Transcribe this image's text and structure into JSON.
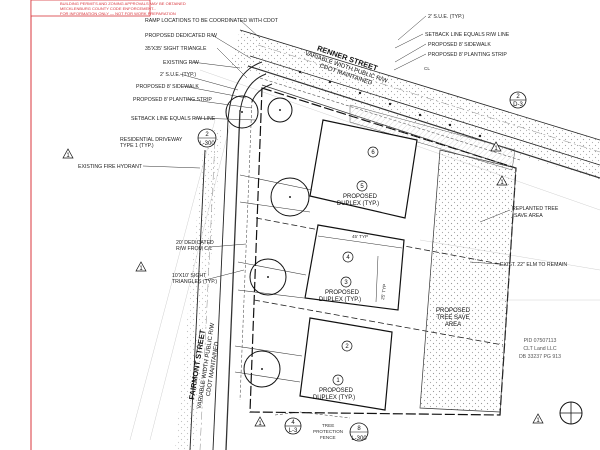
{
  "header_note": {
    "lines": [
      "BUILDING PERMITS AND ZONING APPROVALS MAY BE OBTAINED",
      "MECKLENBURG COUNTY CODE ENFORCEMENT...",
      "FOR INFORMATION ONLY — NOT FOR WORK PREPARATION"
    ]
  },
  "streets": {
    "renner": {
      "name": "RENNER STREET",
      "sub1": "VARIABLE WIDTH PUBLIC R/W",
      "sub2": "CDOT MAINTAINED"
    },
    "fairmont": {
      "name": "FAIRMONT STREET",
      "sub1": "VARIABLE WIDTH PUBLIC R/W",
      "sub2": "CDOT MAINTAINED"
    }
  },
  "left_callouts": [
    "RAMP LOCATIONS TO BE COORDINATED WITH CDOT",
    "PROPOSED DEDICATED R/W",
    "35'X35' SIGHT TRIANGLE",
    "EXISTING R/W",
    "2' S.U.E. (TYP.)",
    "PROPOSED 8' SIDEWALK",
    "PROPOSED 8' PLANTING STRIP",
    "SETBACK LINE EQUALS R/W LINE",
    "RESIDENTIAL DRIVEWAY",
    "TYPE 1 (TYP.)",
    "EXISTING FIRE HYDRANT",
    "20' DEDICATED",
    "R/W FROM C/L",
    "10'X10' SIGHT",
    "TRIANGLES (TYP.)"
  ],
  "right_callouts": [
    "2' S.U.E. (TYP.)",
    "SETBACK LINE EQUALS R/W LINE",
    "PROPOSED 8' SIDEWALK",
    "PROPOSED 8' PLANTING STRIP",
    "CL",
    "REPLANTED TREE",
    "SAVE AREA",
    "EXIST. 22\" ELM TO REMAIN",
    "PROPOSED",
    "TREE SAVE",
    "AREA"
  ],
  "units": [
    {
      "num": "1",
      "label1": "PROPOSED",
      "label2": "DUPLEX (TYP.)"
    },
    {
      "num": "2",
      "label1": "",
      "label2": ""
    },
    {
      "num": "3",
      "label1": "PROPOSED",
      "label2": "DUPLEX (TYP.)"
    },
    {
      "num": "4",
      "label1": "",
      "label2": ""
    },
    {
      "num": "5",
      "label1": "PROPOSED",
      "label2": "DUPLEX (TYP.)"
    },
    {
      "num": "6",
      "label1": "",
      "label2": ""
    }
  ],
  "dims": {
    "d1": "45' TYP",
    "d2": "25' TYP"
  },
  "parcel": {
    "pid": "PID 07507113",
    "owner": "CLT Land LLC",
    "deed": "DB 33237 PG 913"
  },
  "detail_tags": [
    {
      "num": "2",
      "sheet": "L-300"
    },
    {
      "num": "2",
      "sheet": "D-3"
    },
    {
      "num": "8",
      "sheet": "L-300"
    },
    {
      "num": "4",
      "sheet": "L-3"
    }
  ],
  "notes": {
    "tree_fence1": "TREE",
    "tree_fence2": "PROTECTION",
    "tree_fence3": "FENCE"
  },
  "markers": [
    "1",
    "1",
    "1",
    "1",
    "1",
    "1"
  ],
  "colors": {
    "line": "#222222",
    "red": "#d8343b",
    "hatch": "#9a9a9a"
  }
}
